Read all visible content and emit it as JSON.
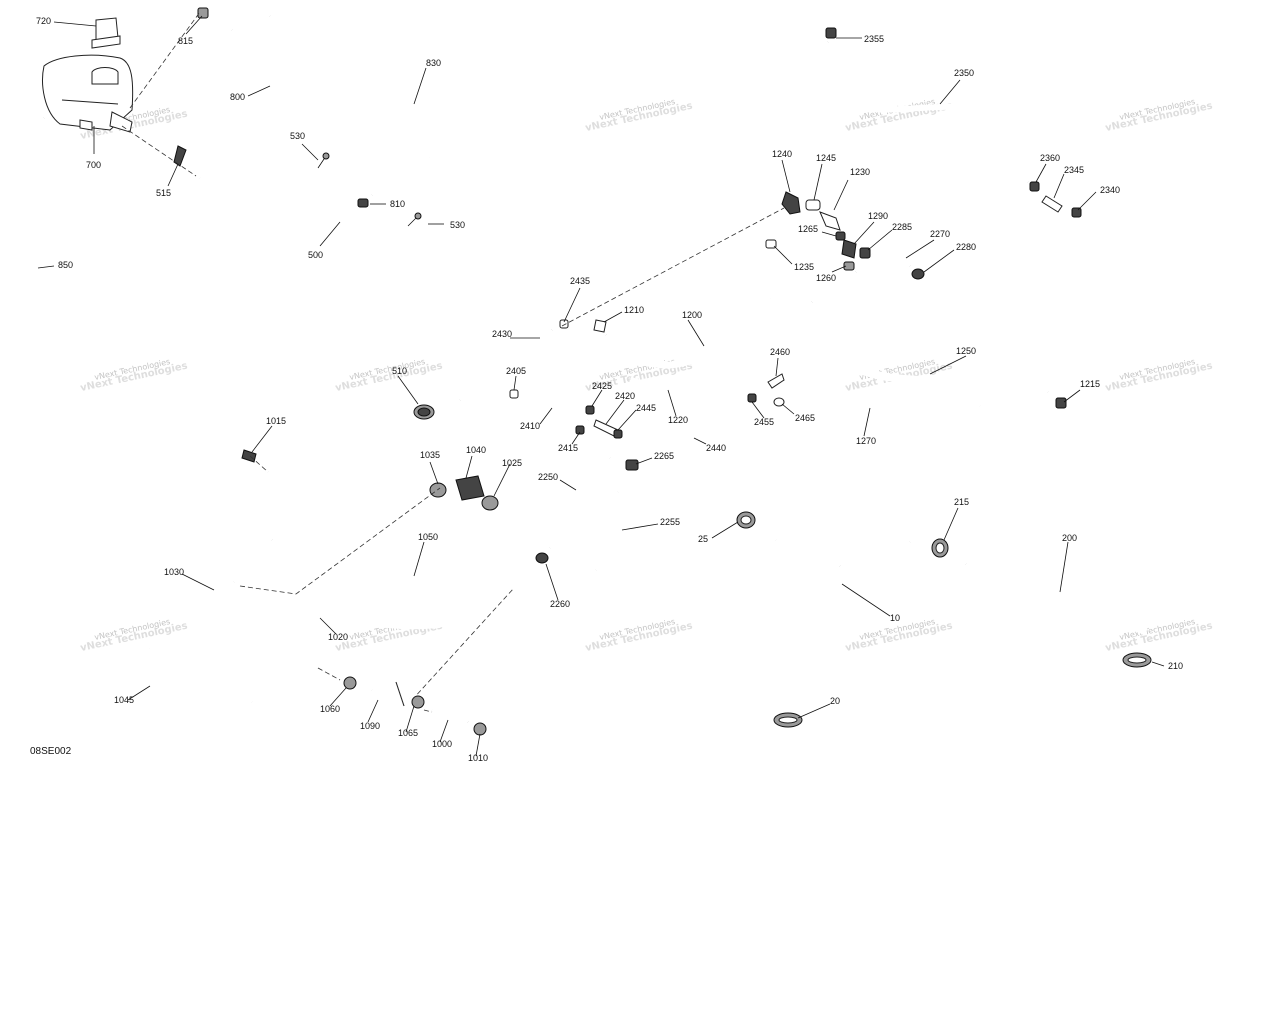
{
  "diagram": {
    "reference_code": "08SE002",
    "watermark_text": "vNext Technologies",
    "callouts": [
      {
        "id": "720",
        "text": "720"
      },
      {
        "id": "815",
        "text": "815"
      },
      {
        "id": "800",
        "text": "800"
      },
      {
        "id": "830",
        "text": "830"
      },
      {
        "id": "700",
        "text": "700"
      },
      {
        "id": "530a",
        "text": "530"
      },
      {
        "id": "515",
        "text": "515"
      },
      {
        "id": "810",
        "text": "810"
      },
      {
        "id": "530b",
        "text": "530"
      },
      {
        "id": "500",
        "text": "500"
      },
      {
        "id": "850",
        "text": "850"
      },
      {
        "id": "510",
        "text": "510"
      },
      {
        "id": "2355",
        "text": "2355"
      },
      {
        "id": "2350",
        "text": "2350"
      },
      {
        "id": "2360",
        "text": "2360"
      },
      {
        "id": "2345",
        "text": "2345"
      },
      {
        "id": "2340",
        "text": "2340"
      },
      {
        "id": "1240",
        "text": "1240"
      },
      {
        "id": "1245",
        "text": "1245"
      },
      {
        "id": "1230",
        "text": "1230"
      },
      {
        "id": "1290",
        "text": "1290"
      },
      {
        "id": "2285",
        "text": "2285"
      },
      {
        "id": "2270",
        "text": "2270"
      },
      {
        "id": "2280",
        "text": "2280"
      },
      {
        "id": "1265",
        "text": "1265"
      },
      {
        "id": "1260",
        "text": "1260"
      },
      {
        "id": "1235",
        "text": "1235"
      },
      {
        "id": "2435",
        "text": "2435"
      },
      {
        "id": "1210",
        "text": "1210"
      },
      {
        "id": "1200",
        "text": "1200"
      },
      {
        "id": "2430",
        "text": "2430"
      },
      {
        "id": "2460",
        "text": "2460"
      },
      {
        "id": "1250",
        "text": "1250"
      },
      {
        "id": "2405",
        "text": "2405"
      },
      {
        "id": "2425",
        "text": "2425"
      },
      {
        "id": "2420",
        "text": "2420"
      },
      {
        "id": "2445",
        "text": "2445"
      },
      {
        "id": "1215",
        "text": "1215"
      },
      {
        "id": "2410",
        "text": "2410"
      },
      {
        "id": "1220",
        "text": "1220"
      },
      {
        "id": "2455",
        "text": "2455"
      },
      {
        "id": "2465",
        "text": "2465"
      },
      {
        "id": "2415",
        "text": "2415"
      },
      {
        "id": "2440",
        "text": "2440"
      },
      {
        "id": "1270",
        "text": "1270"
      },
      {
        "id": "1015",
        "text": "1015"
      },
      {
        "id": "1040",
        "text": "1040"
      },
      {
        "id": "1035",
        "text": "1035"
      },
      {
        "id": "1025",
        "text": "1025"
      },
      {
        "id": "2265",
        "text": "2265"
      },
      {
        "id": "2250",
        "text": "2250"
      },
      {
        "id": "2255",
        "text": "2255"
      },
      {
        "id": "215",
        "text": "215"
      },
      {
        "id": "25",
        "text": "25"
      },
      {
        "id": "200",
        "text": "200"
      },
      {
        "id": "1050",
        "text": "1050"
      },
      {
        "id": "1030",
        "text": "1030"
      },
      {
        "id": "2260",
        "text": "2260"
      },
      {
        "id": "10",
        "text": "10"
      },
      {
        "id": "1020",
        "text": "1020"
      },
      {
        "id": "1045",
        "text": "1045"
      },
      {
        "id": "210",
        "text": "210"
      },
      {
        "id": "20",
        "text": "20"
      },
      {
        "id": "1060",
        "text": "1060"
      },
      {
        "id": "1090",
        "text": "1090"
      },
      {
        "id": "1065",
        "text": "1065"
      },
      {
        "id": "1000",
        "text": "1000"
      },
      {
        "id": "1010",
        "text": "1010"
      }
    ]
  }
}
